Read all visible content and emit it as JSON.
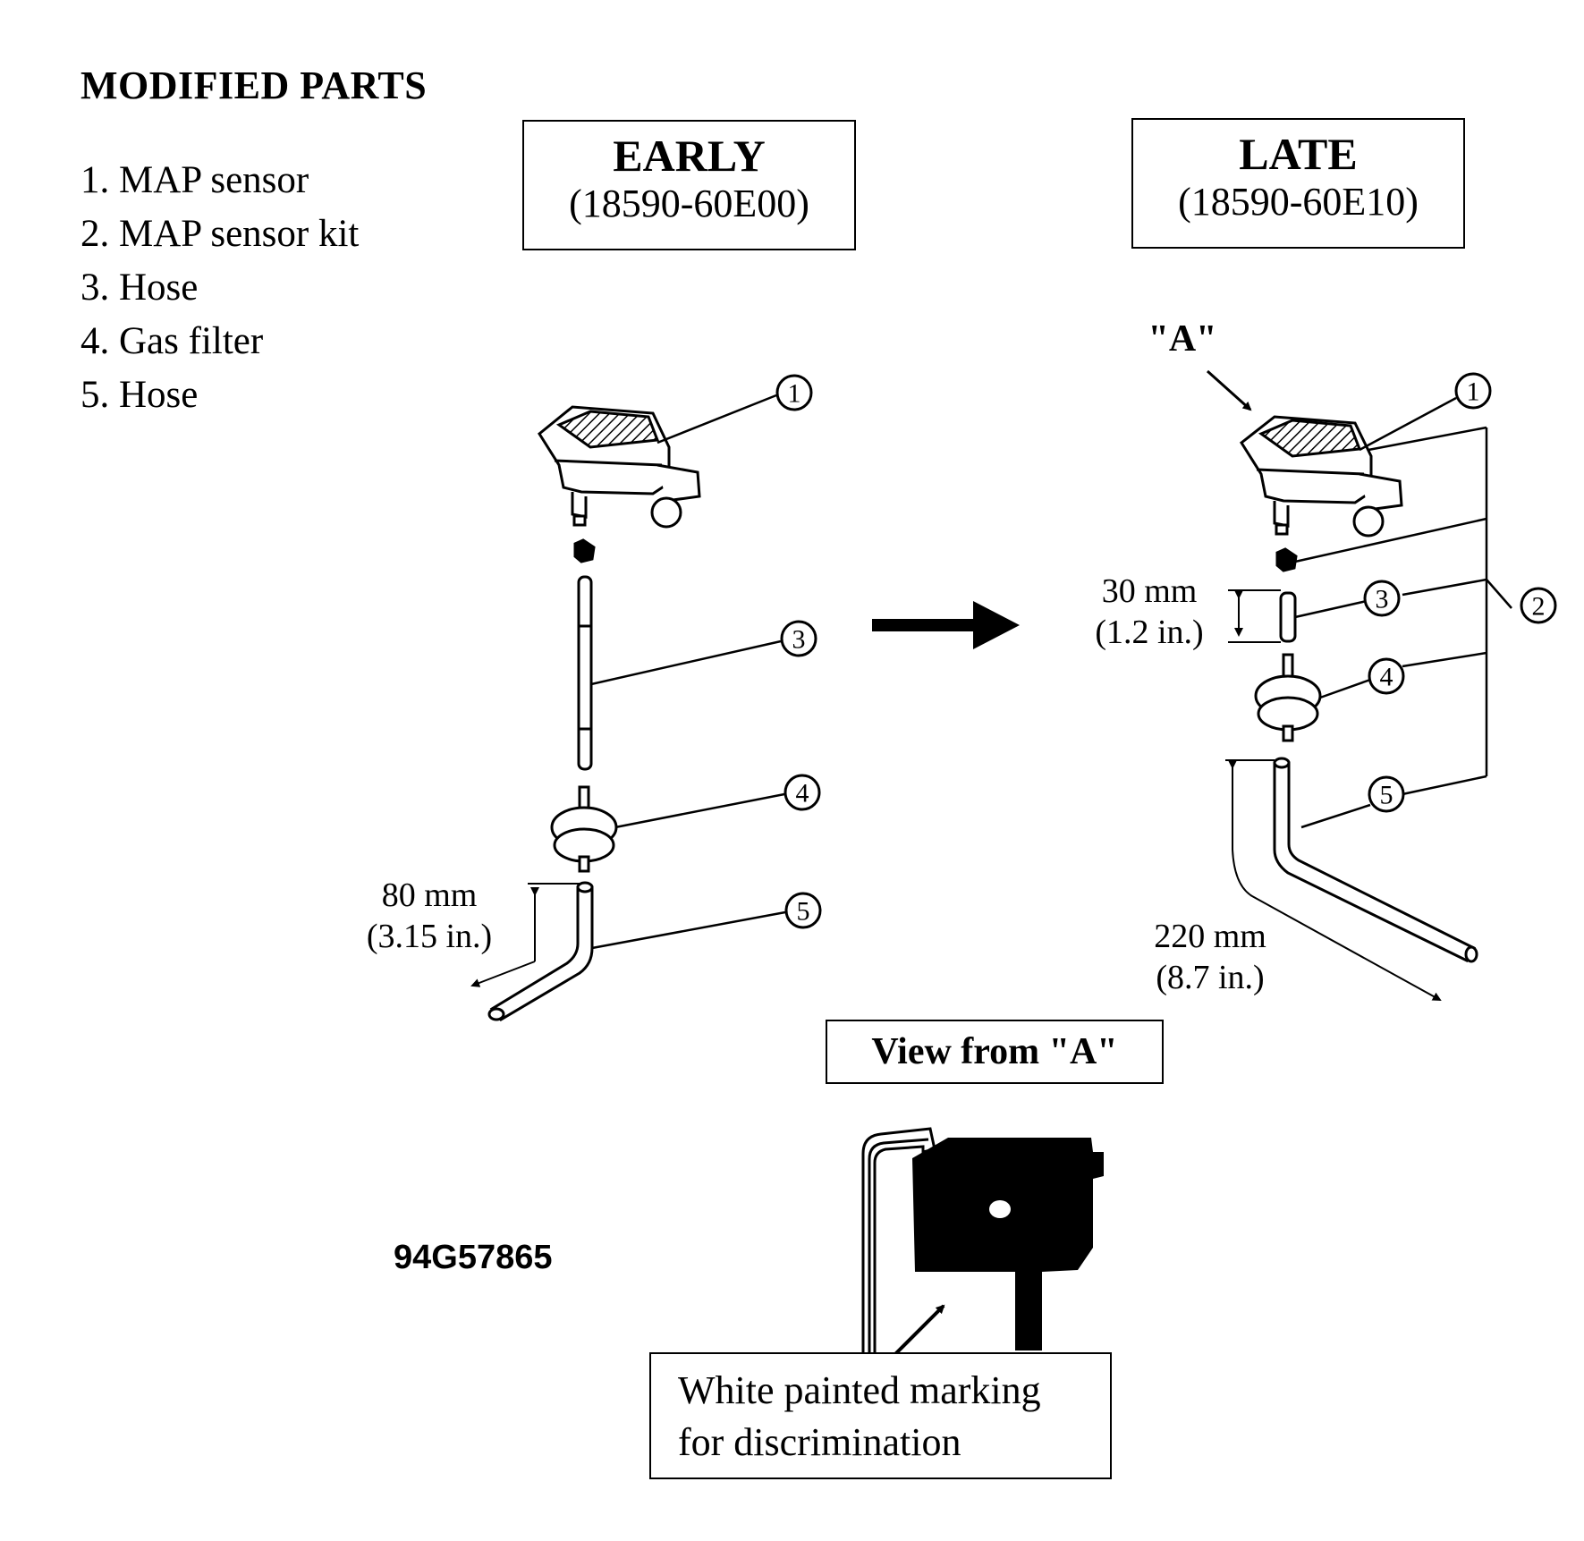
{
  "heading": "MODIFIED PARTS",
  "parts_list": [
    "1. MAP sensor",
    "2. MAP sensor kit",
    "3. Hose",
    "4. Gas filter",
    "5. Hose"
  ],
  "early": {
    "title": "EARLY",
    "part_no": "(18590-60E00)"
  },
  "late": {
    "title": "LATE",
    "part_no": "(18590-60E10)"
  },
  "view_label": "\"A\"",
  "callouts": [
    "1",
    "2",
    "3",
    "4",
    "5"
  ],
  "dimensions": {
    "early_hose": {
      "mm": "80 mm",
      "in": "(3.15 in.)"
    },
    "late_hose3": {
      "mm": "30 mm",
      "in": "(1.2 in.)"
    },
    "late_hose5": {
      "mm": "220 mm",
      "in": "(8.7 in.)"
    }
  },
  "view_from_a": "View from \"A\"",
  "marking_note": [
    "White painted marking",
    "for discrimination"
  ],
  "figure_code": "94G57865"
}
